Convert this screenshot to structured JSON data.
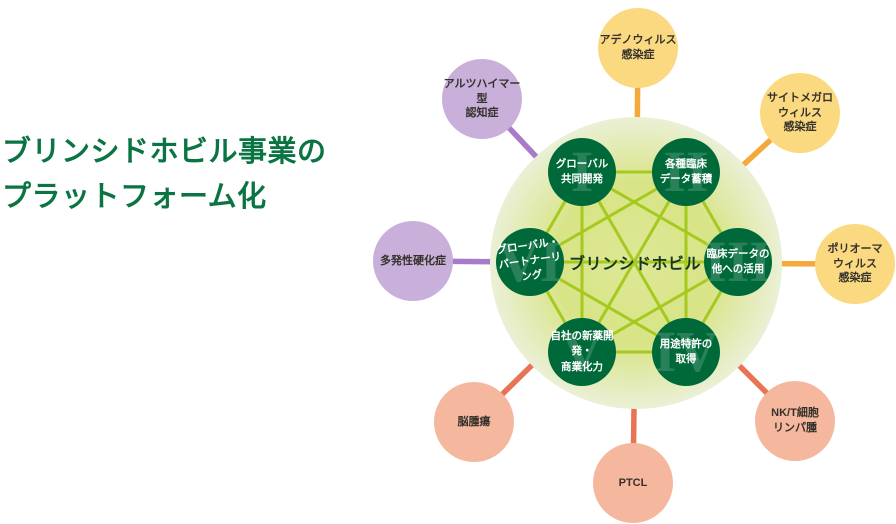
{
  "title": {
    "text": "ブリンシドホビル事業の\nプラットフォーム化"
  },
  "diagram": {
    "center_label": "ブリンシドホビル",
    "platform_nodes": [
      {
        "numeral": "I",
        "label": "グローバル\n共同開発"
      },
      {
        "numeral": "II",
        "label": "各種臨床\nデータ蓄積"
      },
      {
        "numeral": "III",
        "label": "臨床データの\n他への活用"
      },
      {
        "numeral": "IV",
        "label": "用途特許の\n取得"
      },
      {
        "numeral": "V",
        "label": "自社の新薬開発・\n商業化力"
      },
      {
        "numeral": "VI",
        "label": "グローバル・\nパートナーリング"
      }
    ],
    "indication_nodes": [
      {
        "label": "アデノウィルス\n感染症",
        "group": "yellow"
      },
      {
        "label": "サイトメガロ\nウィルス\n感染症",
        "group": "yellow"
      },
      {
        "label": "ポリオーマ\nウィルス\n感染症",
        "group": "yellow"
      },
      {
        "label": "NK/T細胞\nリンパ腫",
        "group": "salmon"
      },
      {
        "label": "PTCL",
        "group": "salmon"
      },
      {
        "label": "脳腫瘍",
        "group": "salmon"
      },
      {
        "label": "多発性硬化症",
        "group": "purple"
      },
      {
        "label": "アルツハイマー型\n認知症",
        "group": "purple"
      }
    ],
    "colors": {
      "title_green": "#0a7442",
      "platform_circle_green": "#00693a",
      "platform_fill_center": "#d8e486",
      "platform_fill_edge": "#eaf0d6",
      "network_line": "#a6c91f",
      "virus_yellow": "#fad980",
      "oncology_salmon": "#f5b79e",
      "neuro_purple": "#c8b0da",
      "connector_yellow": "#f5a93a",
      "connector_salmon": "#e87456",
      "connector_purple": "#a77bc8",
      "node_text_dark": "#35322b",
      "node_text_white": "#ffffff"
    }
  }
}
